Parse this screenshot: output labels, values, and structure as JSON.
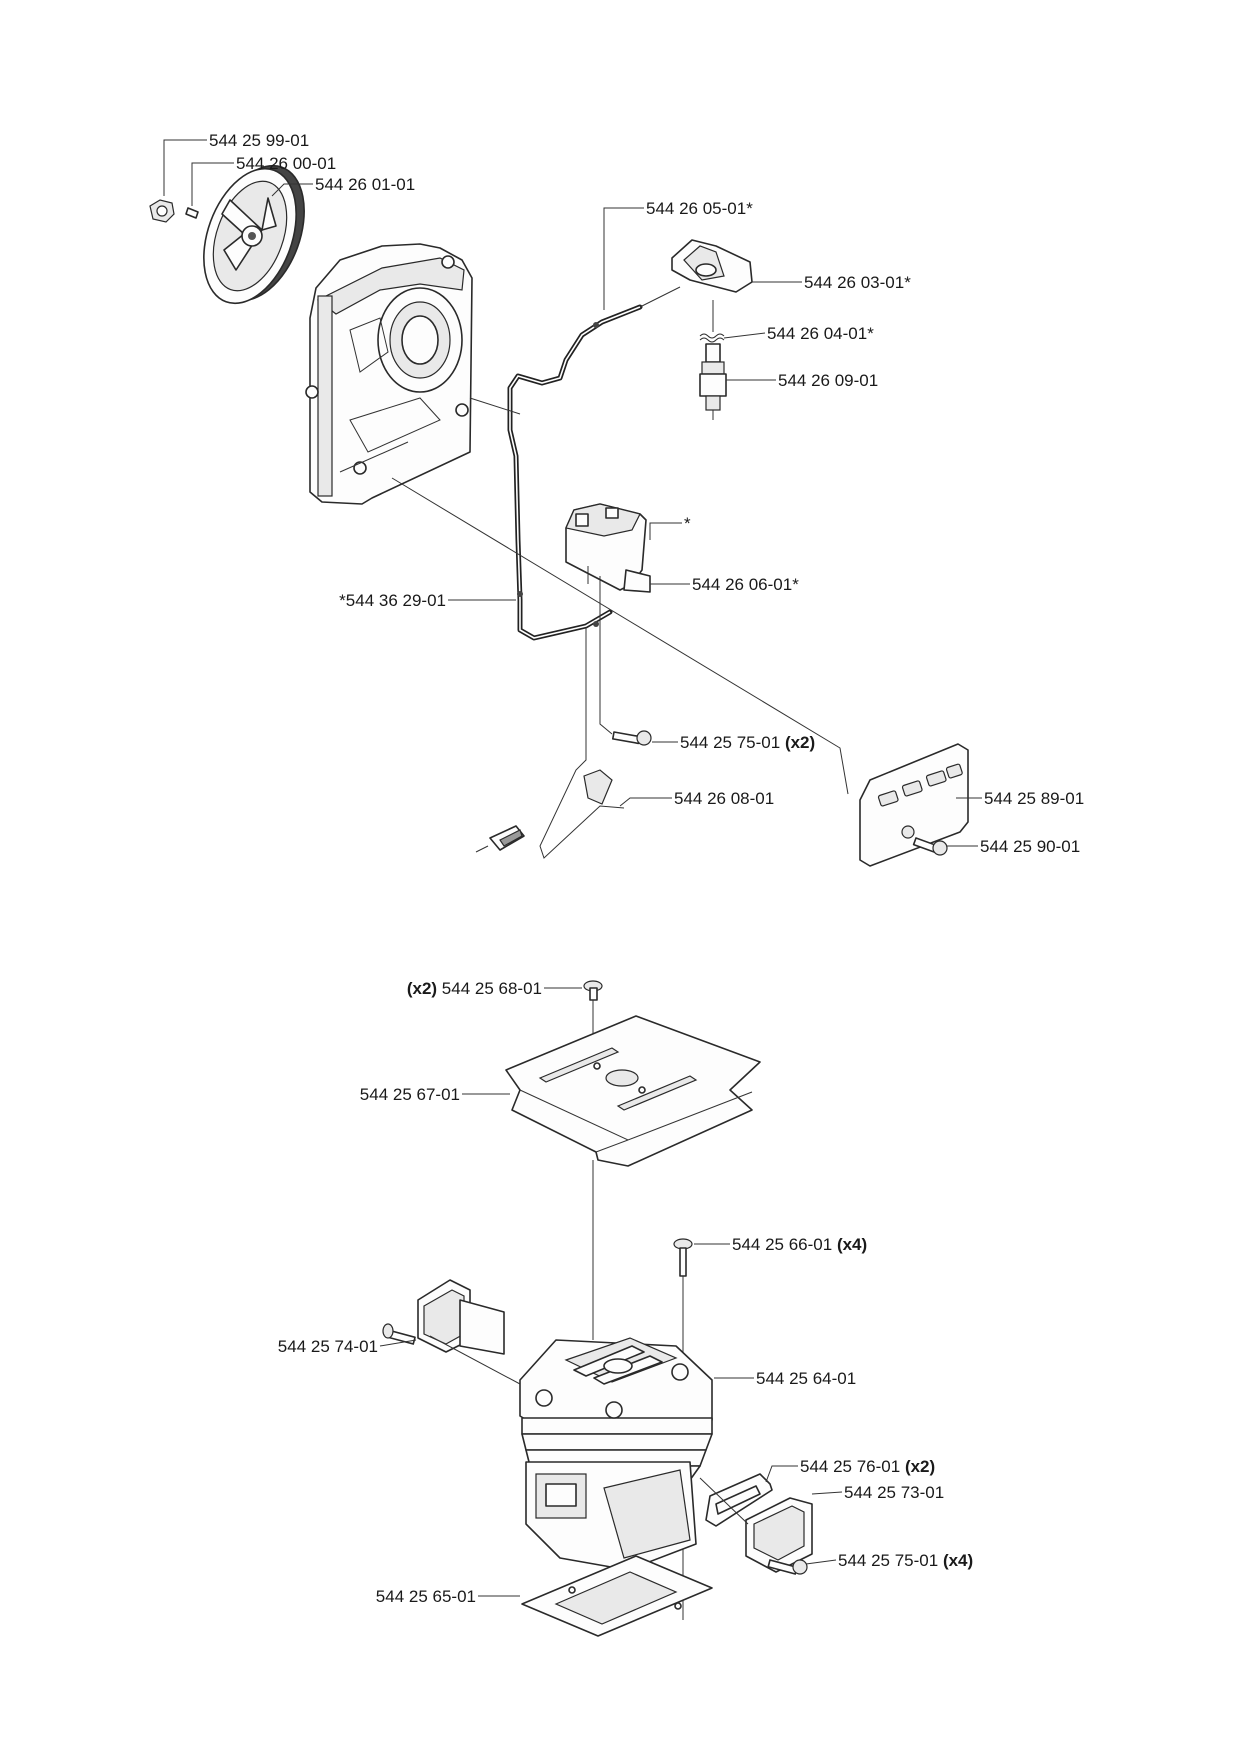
{
  "parts": {
    "p01": {
      "number": "544 25 99-01"
    },
    "p02": {
      "number": "544 26 00-01"
    },
    "p03": {
      "number": "544 26 01-01"
    },
    "p04": {
      "number": "544 26 05-01*"
    },
    "p05": {
      "number": "544 26 03-01*"
    },
    "p06": {
      "number": "544 26 04-01*"
    },
    "p07": {
      "number": "544 26 09-01"
    },
    "p08": {
      "number": "*"
    },
    "p09": {
      "number": "544 26 06-01*"
    },
    "p10": {
      "number": "*544 36 29-01"
    },
    "p11": {
      "number": "544 25 75-01",
      "qty": "(x2)"
    },
    "p12": {
      "number": "544 26 08-01"
    },
    "p13": {
      "number": "544 25 89-01"
    },
    "p14": {
      "number": "544 25 90-01"
    },
    "p15": {
      "number": "544 25 68-01",
      "qty": "(x2)"
    },
    "p16": {
      "number": "544 25 67-01"
    },
    "p17": {
      "number": "544 25 66-01",
      "qty": "(x4)"
    },
    "p18": {
      "number": "544 25 74-01"
    },
    "p19": {
      "number": "544 25 64-01"
    },
    "p20": {
      "number": "544 25 76-01",
      "qty": "(x2)"
    },
    "p21": {
      "number": "544 25 73-01"
    },
    "p22": {
      "number": "544 25 75-01",
      "qty": "(x4)"
    },
    "p23": {
      "number": "544 25 65-01"
    }
  }
}
